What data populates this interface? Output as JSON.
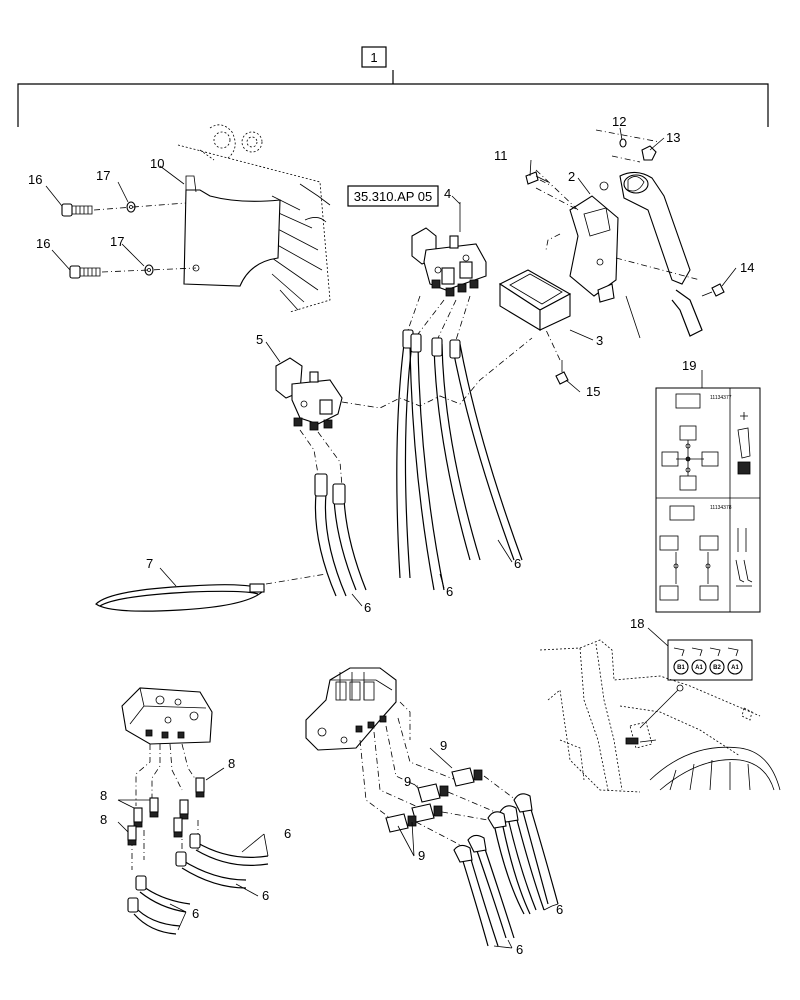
{
  "diagram": {
    "assembly_label": "1",
    "reference_link": "35.310.AP 05",
    "callouts": {
      "c2": "2",
      "c3": "3",
      "c4": "4",
      "c5": "5",
      "c6": "6",
      "c7": "7",
      "c8": "8",
      "c9": "9",
      "c10": "10",
      "c11": "11",
      "c12": "12",
      "c13": "13",
      "c14": "14",
      "c15": "15",
      "c16": "16",
      "c17": "17",
      "c18": "18",
      "c19": "19"
    },
    "decal_18_labels": [
      "B1",
      "A1",
      "B2",
      "A1"
    ],
    "decal_19_codes": [
      "11134377",
      "11134378"
    ]
  }
}
